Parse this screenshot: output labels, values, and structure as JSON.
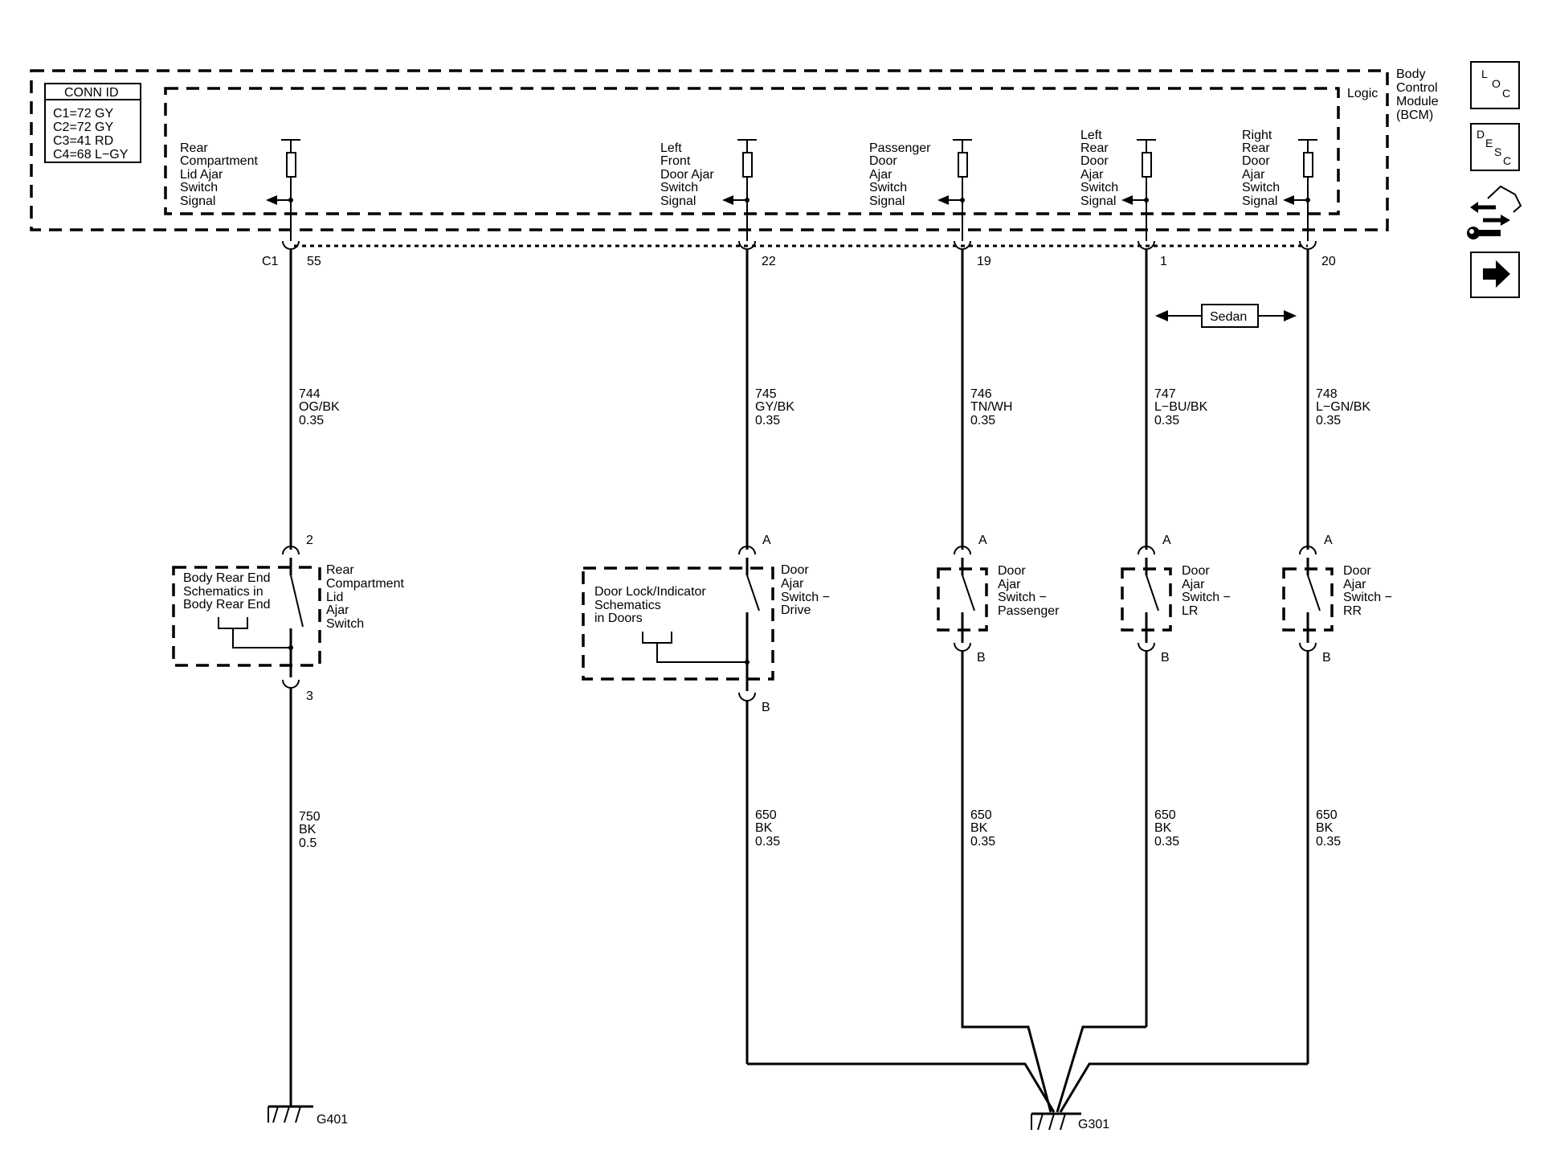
{
  "module": {
    "name_lines": [
      "Body",
      "Control",
      "Module",
      "(BCM)"
    ],
    "logic_label": "Logic",
    "conn_id": {
      "title": "CONN ID",
      "rows": [
        "C1=72 GY",
        "C2=72 GY",
        "C3=41 RD",
        "C4=68 L−GY"
      ]
    },
    "connector": "C1"
  },
  "circuits": [
    {
      "signal_lines": [
        "Rear",
        "Compartment",
        "Lid Ajar",
        "Switch",
        "Signal"
      ],
      "bcm_pin": "55",
      "wire": [
        "744",
        "OG/BK",
        "0.35"
      ],
      "component_pin_top": "2",
      "component_lines": [
        "Rear",
        "Compartment",
        "Lid",
        "Ajar",
        "Switch"
      ],
      "ref_box_lines": [
        "Body Rear End",
        "Schematics in",
        "Body Rear End"
      ],
      "component_pin_bottom": "3",
      "ground_wire": [
        "750",
        "BK",
        "0.5"
      ]
    },
    {
      "signal_lines": [
        "Left",
        "Front",
        "Door Ajar",
        "Switch",
        "Signal"
      ],
      "bcm_pin": "22",
      "wire": [
        "745",
        "GY/BK",
        "0.35"
      ],
      "component_pin_top": "A",
      "component_lines": [
        "Door",
        "Ajar",
        "Switch −",
        "Drive"
      ],
      "ref_box_lines": [
        "Door Lock/Indicator",
        "Schematics",
        "in Doors"
      ],
      "component_pin_bottom": "B",
      "ground_wire": [
        "650",
        "BK",
        "0.35"
      ]
    },
    {
      "signal_lines": [
        "Passenger",
        "Door",
        "Ajar",
        "Switch",
        "Signal"
      ],
      "bcm_pin": "19",
      "wire": [
        "746",
        "TN/WH",
        "0.35"
      ],
      "component_pin_top": "A",
      "component_lines": [
        "Door",
        "Ajar",
        "Switch −",
        "Passenger"
      ],
      "component_pin_bottom": "B",
      "ground_wire": [
        "650",
        "BK",
        "0.35"
      ]
    },
    {
      "signal_lines": [
        "Left",
        "Rear",
        "Door",
        "Ajar",
        "Switch",
        "Signal"
      ],
      "bcm_pin": "1",
      "wire": [
        "747",
        "L−BU/BK",
        "0.35"
      ],
      "component_pin_top": "A",
      "component_lines": [
        "Door",
        "Ajar",
        "Switch −",
        "LR"
      ],
      "component_pin_bottom": "B",
      "ground_wire": [
        "650",
        "BK",
        "0.35"
      ]
    },
    {
      "signal_lines": [
        "Right",
        "Rear",
        "Door",
        "Ajar",
        "Switch",
        "Signal"
      ],
      "bcm_pin": "20",
      "wire": [
        "748",
        "L−GN/BK",
        "0.35"
      ],
      "component_pin_top": "A",
      "component_lines": [
        "Door",
        "Ajar",
        "Switch −",
        "RR"
      ],
      "component_pin_bottom": "B",
      "ground_wire": [
        "650",
        "BK",
        "0.35"
      ]
    }
  ],
  "sedan_label": "Sedan",
  "grounds": [
    "G401",
    "G301"
  ],
  "nav": {
    "loc": [
      "L",
      "O",
      "C"
    ],
    "desc": [
      "D",
      "E",
      "S",
      "C"
    ],
    "connector_icon": "connector-end-view-icon",
    "next_icon": "right-arrow-icon"
  }
}
